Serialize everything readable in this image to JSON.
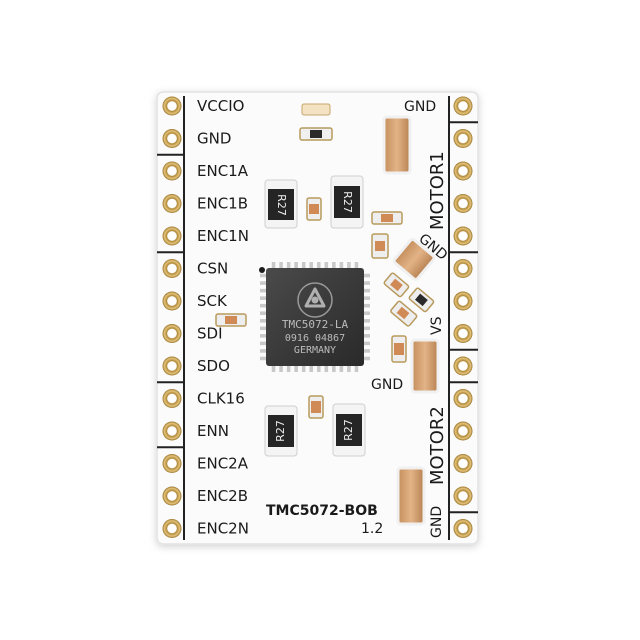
{
  "board": {
    "name": "TMC5072-BOB",
    "version": "1.2"
  },
  "left_pins": [
    "VCCIO",
    "GND",
    "ENC1A",
    "ENC1B",
    "ENC1N",
    "CSN",
    "SCK",
    "SDI",
    "SDO",
    "CLK16",
    "ENN",
    "ENC2A",
    "ENC2B",
    "ENC2N"
  ],
  "right_labels": {
    "gnd_top": "GND",
    "motor1": "MOTOR1",
    "gnd_mid": "GND",
    "vs": "VS",
    "gnd_inner": "GND",
    "motor2": "MOTOR2",
    "gnd_bottom": "GND"
  },
  "chip": {
    "line1": "TMC5072-LA",
    "line2": "0916 04867",
    "line3": "GERMANY"
  },
  "resistors": {
    "r1": "R27",
    "r2": "R27",
    "r3": "R27",
    "r4": "R27"
  },
  "colors": {
    "pcb": "#fbfbfb",
    "pad_gold": "#c9a24e",
    "capacitor": "#d4a070",
    "chip": "#3a3a3a"
  }
}
